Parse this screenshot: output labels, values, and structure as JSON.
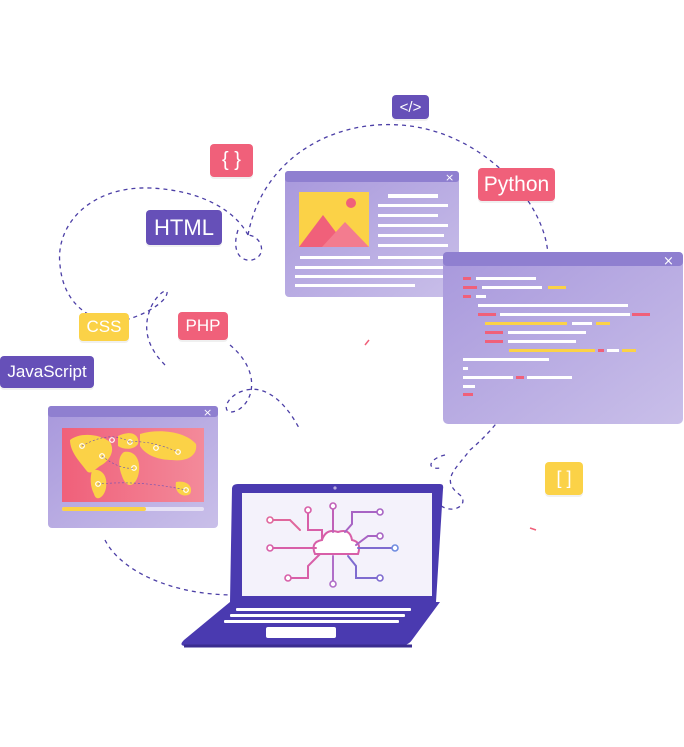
{
  "labels": {
    "code_tag": "</>",
    "braces_tag": "{ }",
    "html_tag": "HTML",
    "python_tag": "Python",
    "css_tag": "CSS",
    "php_tag": "PHP",
    "javascript_tag": "JavaScript",
    "brackets_tag": "[ ]",
    "close_glyph": "×"
  },
  "colors": {
    "purple": "#6650b8",
    "pink": "#f0607a",
    "yellow": "#fbd247",
    "window_light": "#b9acdf",
    "window_header": "#8f7fd0",
    "laptop_body": "#4a3ab0",
    "dash": "#4c3fa6"
  }
}
